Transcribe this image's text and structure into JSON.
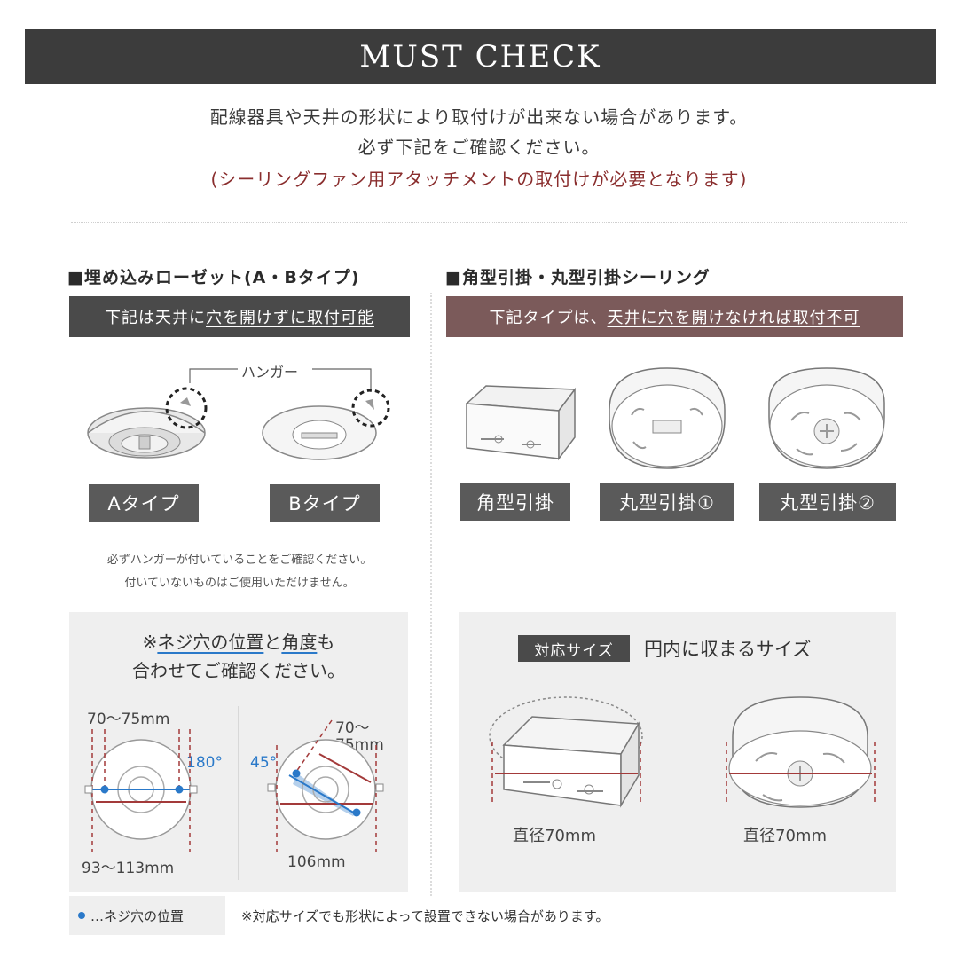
{
  "header": {
    "title": "MUST CHECK"
  },
  "intro": {
    "line1": "配線器具や天井の形状により取付けが出来ない場合があります。",
    "line2": "必ず下記をご確認ください。",
    "line3": "(シーリングファン用アタッチメントの取付けが必要となります)"
  },
  "left": {
    "title": "■埋め込みローゼット(A・Bタイプ)",
    "banner_pre": "下記は天井に",
    "banner_underlined": "穴を開けずに取付可能",
    "hanger_label": "ハンガー",
    "type_a": "Aタイプ",
    "type_b": "Bタイプ",
    "note1": "必ずハンガーが付いていることをご確認ください。",
    "note2": "付いていないものはご使用いただけません。",
    "callout_line1_pre": "※",
    "callout_line1_u1": "ネジ穴の位置",
    "callout_line1_mid": "と",
    "callout_line1_u2": "角度",
    "callout_line1_post": "も",
    "callout_line2": "合わせてご確認ください。",
    "dim_top_a": "70〜75mm",
    "dim_bottom_a": "93〜113mm",
    "angle_a": "180°",
    "dim_top_b_1": "70〜",
    "dim_top_b_2": "75mm",
    "dim_bottom_b": "106mm",
    "angle_b": "45°",
    "legend": "…ネジ穴の位置"
  },
  "right": {
    "title": "■角型引掛・丸型引掛シーリング",
    "banner_pre": "下記タイプは、",
    "banner_underlined": "天井に穴を開けなければ取付不可",
    "tag1": "角型引掛",
    "tag2": "丸型引掛①",
    "tag3": "丸型引掛②",
    "size_label": "対応サイズ",
    "size_text": "円内に収まるサイズ",
    "diam1": "直径70mm",
    "diam2": "直径70mm",
    "footnote": "※対応サイズでも形状によって設置できない場合があります。"
  },
  "colors": {
    "header_bg": "#3c3c3c",
    "banner_left": "#4a4a4a",
    "banner_right": "#7b5a5a",
    "accent_red": "#8a2e2e",
    "screw_blue": "#2a79c9",
    "dim_red": "#a33a3a"
  }
}
